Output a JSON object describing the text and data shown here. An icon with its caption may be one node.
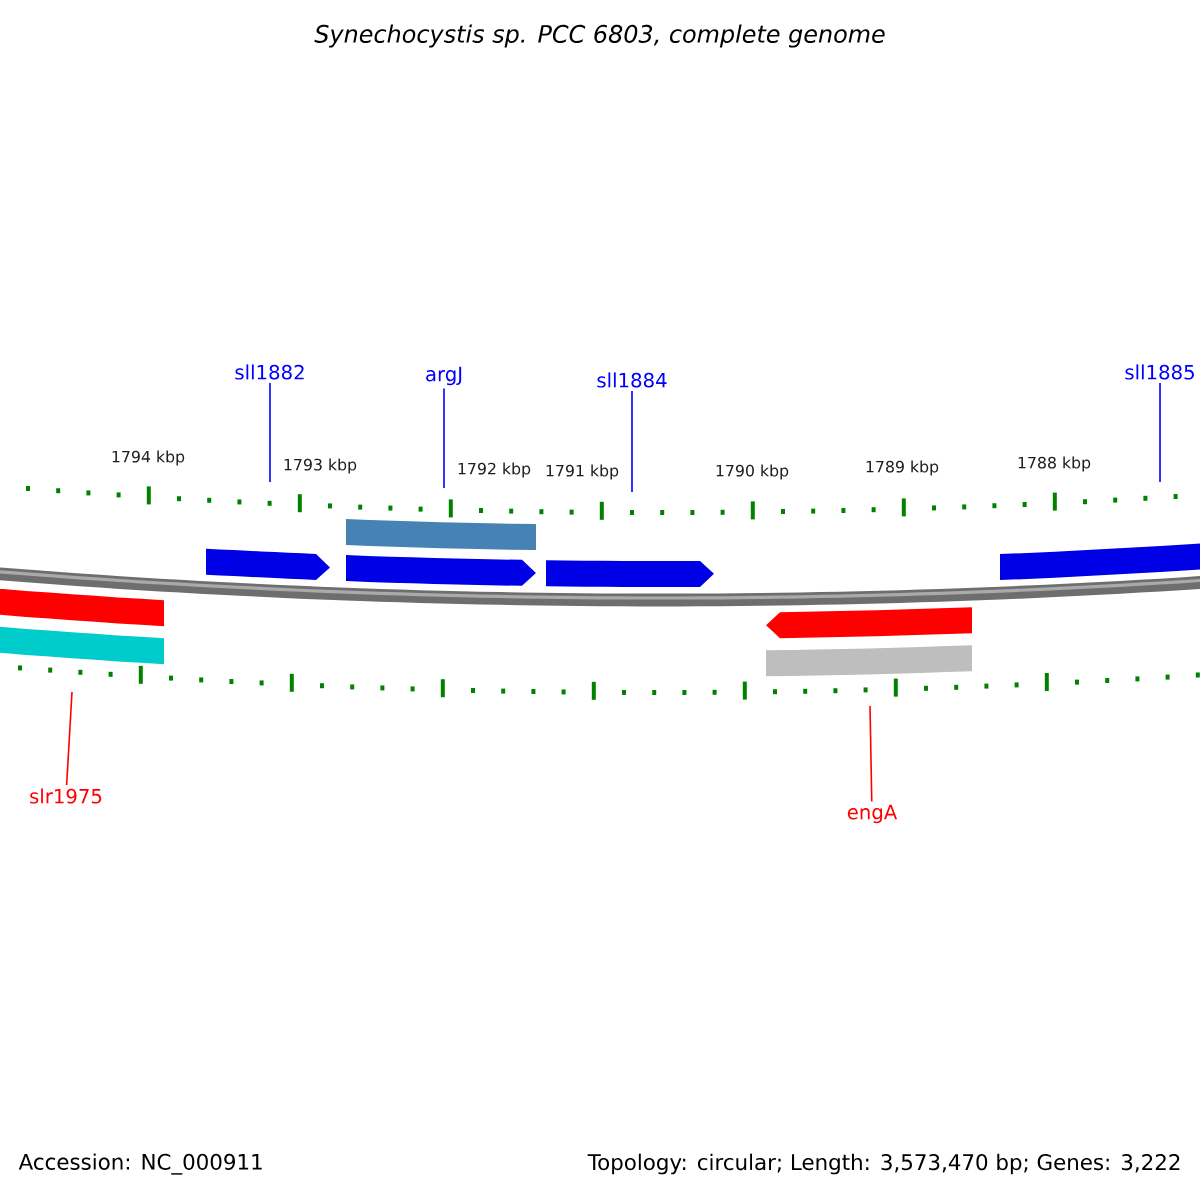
{
  "diagram": {
    "title": "Synechocystis sp. PCC 6803, complete genome",
    "nodes": [
      {
        "text": [
          "sll1882"
        ]
      },
      {
        "text": [
          "argJ"
        ]
      },
      {
        "text": [
          "sll1884"
        ]
      },
      {
        "text": [
          "sll1885"
        ]
      },
      {
        "text": [
          "slr1975"
        ]
      },
      {
        "text": [
          "engA"
        ]
      }
    ],
    "edges": [
      {
        "from": 0,
        "to": null,
        "arrow": "none",
        "color": "#0000ff"
      },
      {
        "from": 1,
        "to": null,
        "arrow": "none",
        "color": "#0000ff"
      },
      {
        "from": 2,
        "to": null,
        "arrow": "none",
        "color": "#0000ff"
      },
      {
        "from": 3,
        "to": null,
        "arrow": "none",
        "color": "#0000ff"
      },
      {
        "from": 4,
        "to": null,
        "arrow": "none",
        "color": "#ff0000"
      },
      {
        "from": 5,
        "to": null,
        "arrow": "none",
        "color": "#ff0000"
      }
    ],
    "labels": [
      "1794 kbp",
      "1793 kbp",
      "1792 kbp",
      "1791 kbp",
      "1790 kbp",
      "1789 kbp",
      "1788 kbp",
      "Accession: NC_000911",
      "Topology: circular; Length: 3,573,470 bp; Genes: 3,222"
    ]
  }
}
